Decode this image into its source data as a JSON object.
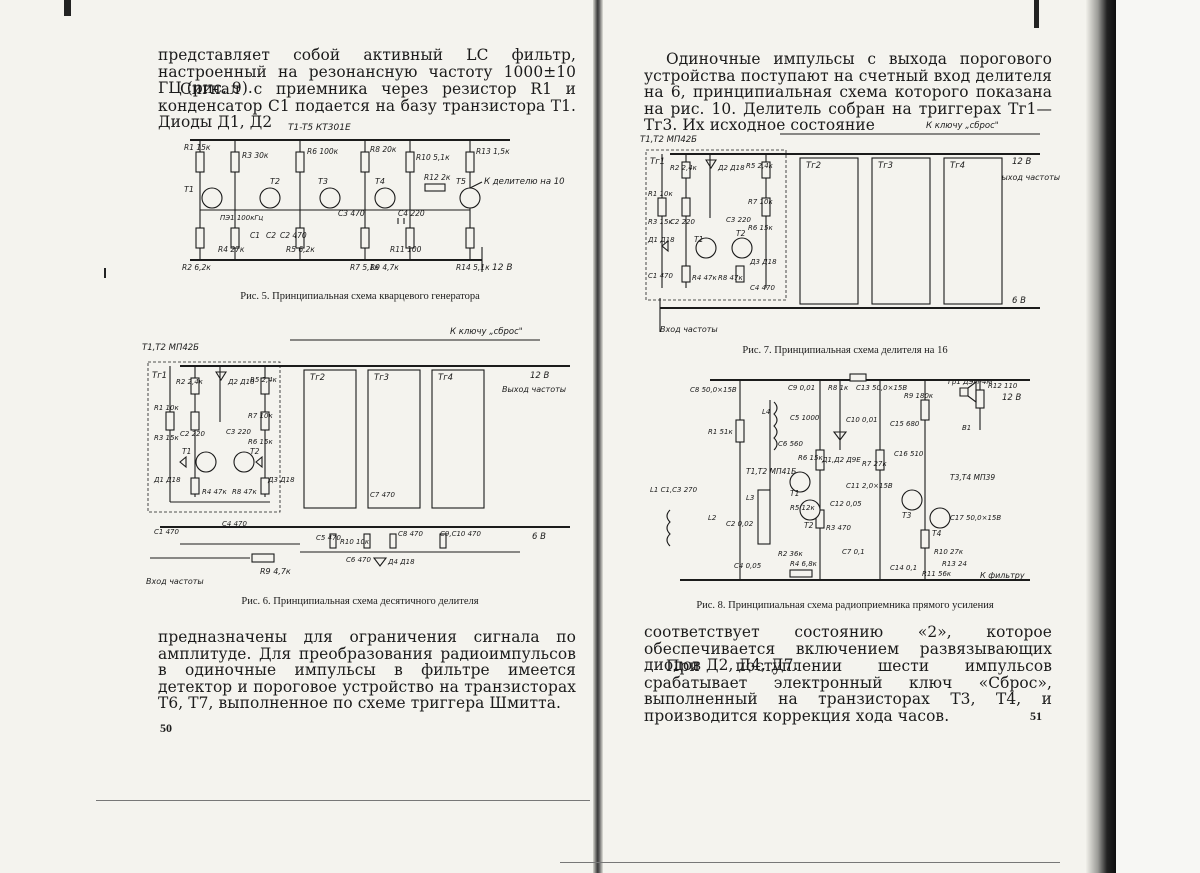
{
  "left_page": {
    "para_top": "представляет собой активный LC фильтр, настроенный на резонансную частоту 1000±10 ГЦ (рис. 9).",
    "para_mid": "Сигнал с приемника через резистор R1 и конденсатор C1 подается на базу транзистора T1. Диоды Д1, Д2",
    "fig5": {
      "caption": "Рис. 5. Принципиальная схема кварцевого генератора",
      "header": "T1-T5 КТ301Е",
      "out_label": "К делителю на 10",
      "supply": "12 В",
      "labels": [
        "R1 15к",
        "R3 30к",
        "R6 100к",
        "R8 20к",
        "R10 5,1к",
        "R13 1,5к",
        "R12 2к",
        "T1",
        "T2",
        "T3",
        "T4",
        "T5",
        "ПЭ1 100кГц",
        "C3 470",
        "C4 220",
        "C1",
        "C2",
        "R2 6,2к",
        "R4 27к",
        "R5 6,2к",
        "C2 470",
        "R7 5,1к",
        "R9 4,7к",
        "R11 100",
        "R14 5,1к"
      ]
    },
    "fig6": {
      "caption": "Рис. 6. Принципиальная схема десятичного делителя",
      "header": "T1,T2 МП42Б",
      "reset": "К ключу „сброс\"",
      "supply_top": "12 В",
      "out_label": "Выход частоты",
      "supply_bottom": "6 В",
      "in_label": "Вход частоты",
      "r9": "R9 4,7к",
      "blocks": [
        "Тг1",
        "Тг2",
        "Тг3",
        "Тг4"
      ],
      "labels": [
        "R2 2,4к",
        "Д2 Д18",
        "R5 2,4к",
        "R1 10к",
        "R3 15к",
        "C2 220",
        "C3 220",
        "R7 10к",
        "R6 15к",
        "T1",
        "T2",
        "Д1 Д18",
        "R4 47к",
        "R8 47к",
        "Д3 Д18",
        "C1 470",
        "C4 470",
        "C7 470",
        "C5 470",
        "R10 10к",
        "C6 470",
        "C8 470",
        "Д4 Д18",
        "C9,C10 470"
      ]
    },
    "para_bottom": "предназначены для ограничения сигнала по амплитуде. Для преобразования радиоимпульсов в одиночные импульсы в фильтре имеется детектор и пороговое устройство на транзисторах T6, T7, выполненное по схеме триггера Шмитта.",
    "page_number": "50"
  },
  "right_page": {
    "para_top": "Одиночные импульсы с выхода порогового устройства поступают на счетный вход делителя на 6, принципиальная схема которого показана на рис. 10. Делитель собран на триггерах Тг1—Тг3. Их исходное состояние",
    "fig7": {
      "caption": "Рис. 7. Принципиальная схема делителя на 16",
      "header": "T1,T2 МП42Б",
      "reset": "К ключу „сброс\"",
      "supply_top": "12 В",
      "out_label": "Выход частоты",
      "supply_bottom": "6 В",
      "in_label": "Вход частоты",
      "blocks": [
        "Тг1",
        "Тг2",
        "Тг3",
        "Тг4"
      ],
      "labels": [
        "R2 2,4к",
        "Д2 Д18",
        "R5 2,4к",
        "R1 10к",
        "R3 15к",
        "C2 220",
        "C3 220",
        "R7 10к",
        "R6 15к",
        "T1",
        "T2",
        "Д1 Д18",
        "C1 470",
        "R4 47к",
        "R8 47к",
        "Д3 Д18",
        "C4 470"
      ]
    },
    "fig8": {
      "caption": "Рис. 8. Принципиальная схема радиоприемника прямого усиления",
      "supply": "12 В",
      "filter_out": "К фильтру",
      "transistors12": "T1,T2 МП41Б",
      "transistors34": "T3,T4 МП39",
      "labels": [
        "C8 50,0×15В",
        "C9 0,01",
        "R8 1к",
        "C13 50,0×15В",
        "R9 180к",
        "Гр1 ДЭМ-4М",
        "R12 110",
        "B1",
        "R1 51к",
        "L4",
        "C5 1000",
        "C10 0,01",
        "C15 680",
        "C6 560",
        "R6 15к",
        "Д1,Д2 Д9Е",
        "R7 27к",
        "C16 510",
        "L1 C1,C3 270",
        "C11 2,0×15В",
        "T1",
        "T2",
        "T3",
        "T4",
        "R5 12к",
        "C12 0,05",
        "C17 50,0×15В",
        "L2",
        "L3",
        "C2 0,02",
        "R3 470",
        "R10 27к",
        "R13 24",
        "R2 36к",
        "C7 0,1",
        "C4 0,05",
        "R4 6,8к",
        "C14 0,1",
        "R11 56к"
      ]
    },
    "para_bottom_1": "соответствует состоянию «2», которое обеспечивается включением развязывающих диодов Д2, Д4, Д7.",
    "para_bottom_2": "При поступлении шести импульсов срабатывает электронный ключ «Сброс», выполненный на транзисторах T3, T4, и производится коррекция хода часов.",
    "page_number": "51"
  }
}
